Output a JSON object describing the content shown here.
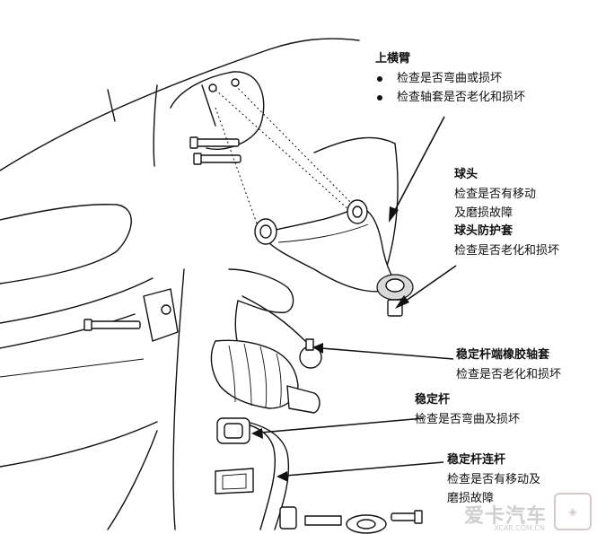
{
  "labels": {
    "upper_arm": {
      "title": "上横臂",
      "items": [
        "检查是否弯曲或损坏",
        "检查轴套是否老化和损坏"
      ]
    },
    "ball_joint": {
      "title": "球头",
      "lines": [
        "检查是否有移动",
        "及磨损故障"
      ]
    },
    "ball_boot": {
      "title": "球头防护套",
      "lines": [
        "检查是否老化和损坏"
      ]
    },
    "stabilizer_bushing": {
      "title": "稳定杆端橡胶轴套",
      "lines": [
        "检查是否老化和损坏"
      ]
    },
    "stabilizer_bar": {
      "title": "稳定杆",
      "lines": [
        "检查是否弯曲及损坏"
      ]
    },
    "stabilizer_link": {
      "title": "稳定杆连杆",
      "lines": [
        "检查是否有移动及",
        "磨损故障"
      ]
    }
  },
  "watermark": {
    "text": "爱卡汽车",
    "sub": "XCAR.COM.CN"
  },
  "icons": [
    "bullet-icon",
    "leader-arrow-icon",
    "seal-icon"
  ]
}
